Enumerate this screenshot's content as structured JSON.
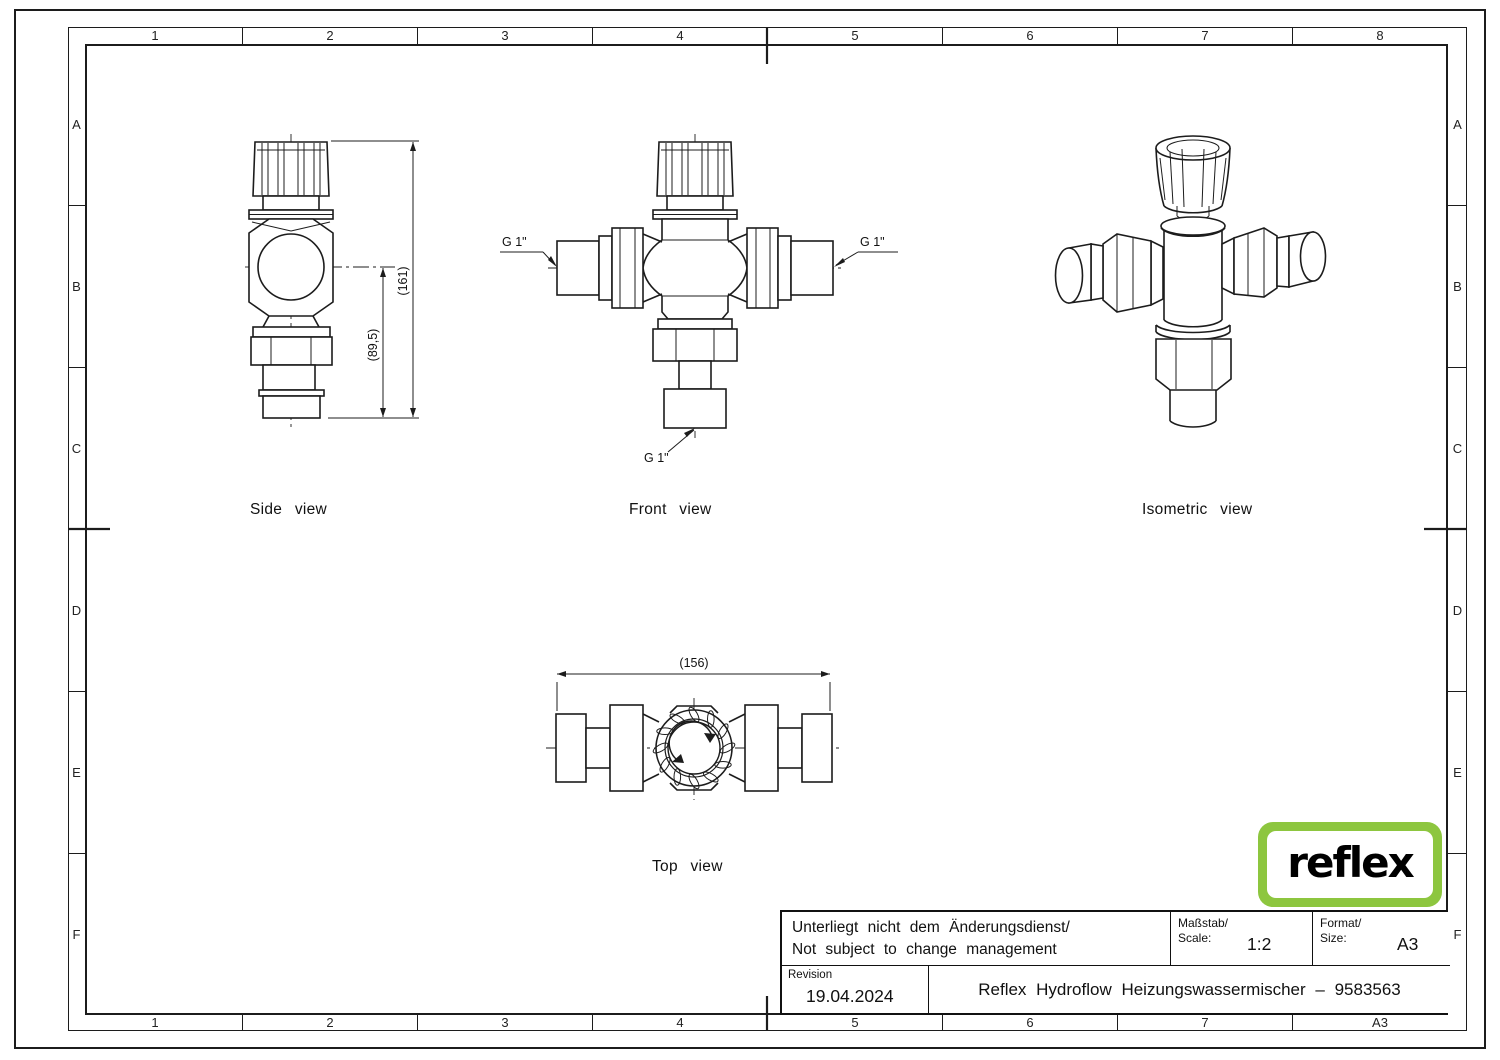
{
  "drawing": {
    "background": "#ffffff",
    "line_color": "#1c1c1c"
  },
  "border": {
    "columns_top": [
      "1",
      "2",
      "3",
      "4",
      "5",
      "6",
      "7",
      "8"
    ],
    "columns_bottom": [
      "1",
      "2",
      "3",
      "4",
      "5",
      "6",
      "7",
      "A3"
    ],
    "rows_left": [
      "A",
      "B",
      "C",
      "D",
      "E",
      "F"
    ],
    "rows_right": [
      "A",
      "B",
      "C",
      "D",
      "E",
      "F"
    ]
  },
  "views": {
    "side": {
      "caption": "Side view",
      "dim_total_height": "(161)",
      "dim_center_height": "(89,5)"
    },
    "front": {
      "caption": "Front view",
      "port_left": "G 1\"",
      "port_right": "G 1\"",
      "port_bottom": "G 1\""
    },
    "isometric": {
      "caption": "Isometric view"
    },
    "top": {
      "caption": "Top view",
      "dim_width": "(156)"
    }
  },
  "title_block": {
    "note_de": "Unterliegt nicht dem Änderungsdienst/",
    "note_en": "Not subject to change management",
    "scale_label_de": "Maßstab/",
    "scale_label_en": "Scale:",
    "scale_value": "1:2",
    "format_label_de": "Format/",
    "format_label_en": "Size:",
    "format_value": "A3",
    "revision_label": "Revision",
    "revision_date": "19.04.2024",
    "drawing_title": "Reflex Hydroflow Heizungswassermischer – 9583563"
  },
  "logo": {
    "text": "reflex",
    "green": "#8dc63f"
  }
}
